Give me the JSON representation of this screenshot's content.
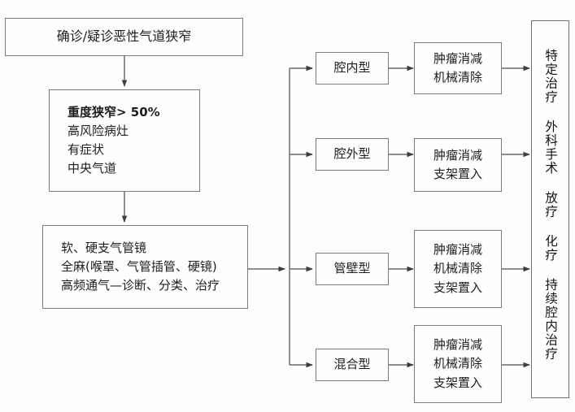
{
  "diagram": {
    "title_flow": "Malignant airway stenosis management flowchart",
    "nodes": {
      "diagnosis": {
        "name": "diagnosis-box",
        "lines": [
          "确诊/疑诊恶性气道狭窄"
        ]
      },
      "criteria": {
        "name": "criteria-box",
        "lines": [
          "重度狭窄> 50%",
          "高风险病灶",
          "有症状",
          "中央气道"
        ],
        "bold_first": true
      },
      "procedure": {
        "name": "procedure-box",
        "lines": [
          "软、硬支气管镜",
          "全麻(喉罩、气管插管、硬镜)",
          "高频通气—诊断、分类、治疗"
        ]
      },
      "types": [
        {
          "id": "intraluminal",
          "label": "腔内型"
        },
        {
          "id": "extraluminal",
          "label": "腔外型"
        },
        {
          "id": "wall",
          "label": "管壁型"
        },
        {
          "id": "mixed",
          "label": "混合型"
        }
      ],
      "treatments": [
        {
          "id": "t1",
          "lines": [
            "肿瘤消减",
            "机械清除"
          ]
        },
        {
          "id": "t2",
          "lines": [
            "肿瘤消减",
            "支架置入"
          ]
        },
        {
          "id": "t3",
          "lines": [
            "肿瘤消减",
            "机械清除",
            "支架置入"
          ]
        },
        {
          "id": "t4",
          "lines": [
            "肿瘤消减",
            "机械清除",
            "支架置入"
          ]
        }
      ],
      "outcome": {
        "name": "outcome-box",
        "vertical_text": "特定治疗 外科手术 放疗 化疗 持续腔内治疗"
      }
    },
    "colors": {
      "border": "#7b7b7d",
      "arrow": "#4a4a4c",
      "text": "#1d1d1d",
      "background": "#fdfdfc"
    }
  }
}
